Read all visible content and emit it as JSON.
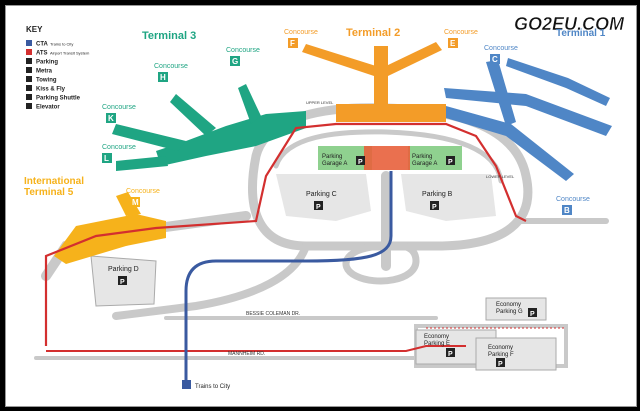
{
  "watermark": "GO2EU.COM",
  "key": {
    "title": "KEY",
    "items": [
      {
        "label": "CTA",
        "sublabel": "Trains to City",
        "icon": "cta-train-icon",
        "color": "#3a5aa0"
      },
      {
        "label": "ATS",
        "sublabel": "Airport Transit System",
        "icon": "ats-train-icon",
        "color": "#d32f2f"
      },
      {
        "label": "Parking",
        "sublabel": "",
        "icon": "parking-icon",
        "color": "#222222"
      },
      {
        "label": "Metra",
        "sublabel": "",
        "icon": "metra-icon",
        "color": "#222222"
      },
      {
        "label": "Towing",
        "sublabel": "",
        "icon": "towing-icon",
        "color": "#222222"
      },
      {
        "label": "Kiss & Fly",
        "sublabel": "",
        "icon": "kiss-fly-icon",
        "color": "#222222"
      },
      {
        "label": "Parking Shuttle",
        "sublabel": "",
        "icon": "shuttle-icon",
        "color": "#222222"
      },
      {
        "label": "Elevator",
        "sublabel": "",
        "icon": "elevator-icon",
        "color": "#222222"
      }
    ]
  },
  "terminals": {
    "t1": {
      "label": "Terminal 1",
      "color": "#4f86c6"
    },
    "t2": {
      "label": "Terminal 2",
      "color": "#f39c28"
    },
    "t3": {
      "label": "Terminal 3",
      "color": "#1fa583"
    },
    "t5": {
      "label": "International Terminal 5",
      "line1": "International",
      "line2": "Terminal 5",
      "color": "#f6b21b"
    }
  },
  "concourses": {
    "b": {
      "label": "Concourse",
      "letter": "B"
    },
    "c": {
      "label": "Concourse",
      "letter": "C"
    },
    "e": {
      "label": "Concourse",
      "letter": "E"
    },
    "f": {
      "label": "Concourse",
      "letter": "F"
    },
    "g": {
      "label": "Concourse",
      "letter": "G"
    },
    "h": {
      "label": "Concourse",
      "letter": "H"
    },
    "k": {
      "label": "Concourse",
      "letter": "K"
    },
    "l": {
      "label": "Concourse",
      "letter": "L"
    },
    "m": {
      "label": "Concourse",
      "letter": "M"
    }
  },
  "parking": {
    "a": {
      "line1": "Parking",
      "line2": "Garage A",
      "symbol": "P"
    },
    "a2": {
      "line1": "Parking",
      "line2": "Garage A",
      "symbol": "P"
    },
    "b": {
      "label": "Parking B",
      "symbol": "P"
    },
    "c": {
      "label": "Parking C",
      "symbol": "P"
    },
    "d": {
      "label": "Parking D",
      "symbol": "P"
    },
    "e": {
      "line1": "Economy",
      "line2": "Parking E",
      "symbol": "P"
    },
    "f": {
      "line1": "Economy",
      "line2": "Parking F",
      "symbol": "P"
    },
    "g": {
      "line1": "Economy",
      "line2": "Parking G",
      "symbol": "P"
    }
  },
  "roads": {
    "bessie": "BESSIE COLEMAN DR.",
    "mannheim": "MANNHEIM RD.",
    "upper_level": "UPPER LEVEL",
    "lower_level": "LOWER LEVEL"
  },
  "trains_to_city": "Trains to City",
  "colors": {
    "cta": "#3a5aa0",
    "ats": "#d32f2f",
    "road": "#c8c8c8",
    "garage": "#8fd18f"
  }
}
